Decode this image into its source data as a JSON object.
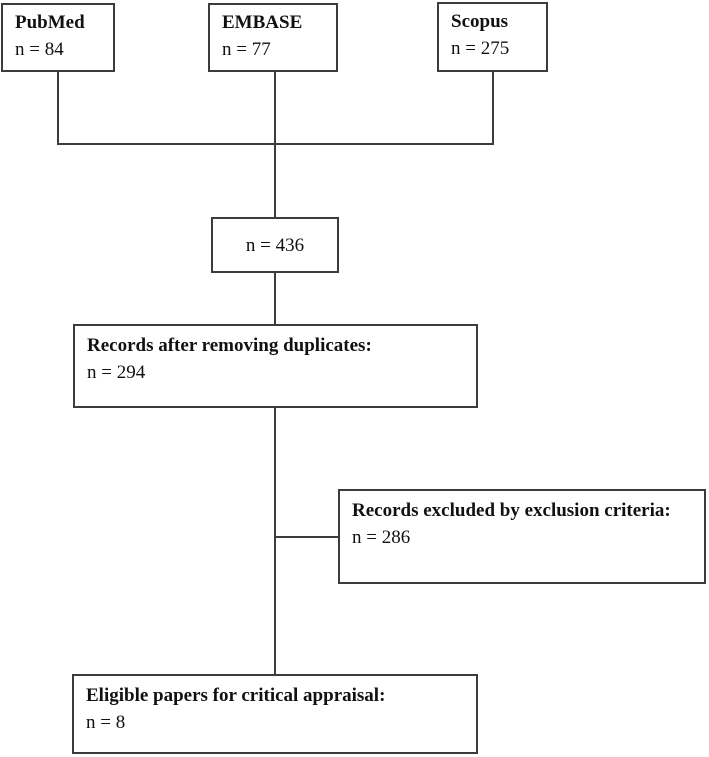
{
  "diagram": {
    "type": "literature-search-flowchart",
    "background_color": "#ffffff",
    "line_color": "#3c3c3c",
    "text_color": "#111111",
    "boxes": {
      "pubmed": {
        "title": "PubMed",
        "count": "n = 84"
      },
      "embase": {
        "title": "EMBASE",
        "count": "n = 77"
      },
      "scopus": {
        "title": "Scopus",
        "count": "n = 275"
      },
      "merged": {
        "count": "n = 436"
      },
      "duplicates": {
        "title": "Records after removing duplicates:",
        "count": "n = 294"
      },
      "excluded": {
        "title": "Records excluded by exclusion criteria:",
        "count": "n = 286"
      },
      "eligible": {
        "title": "Eligible papers for critical appraisal:",
        "count": "n = 8"
      }
    },
    "edges": [
      "pubmed -> merged",
      "embase -> merged",
      "scopus -> merged",
      "merged -> duplicates",
      "duplicates -> excluded",
      "duplicates -> eligible"
    ]
  }
}
